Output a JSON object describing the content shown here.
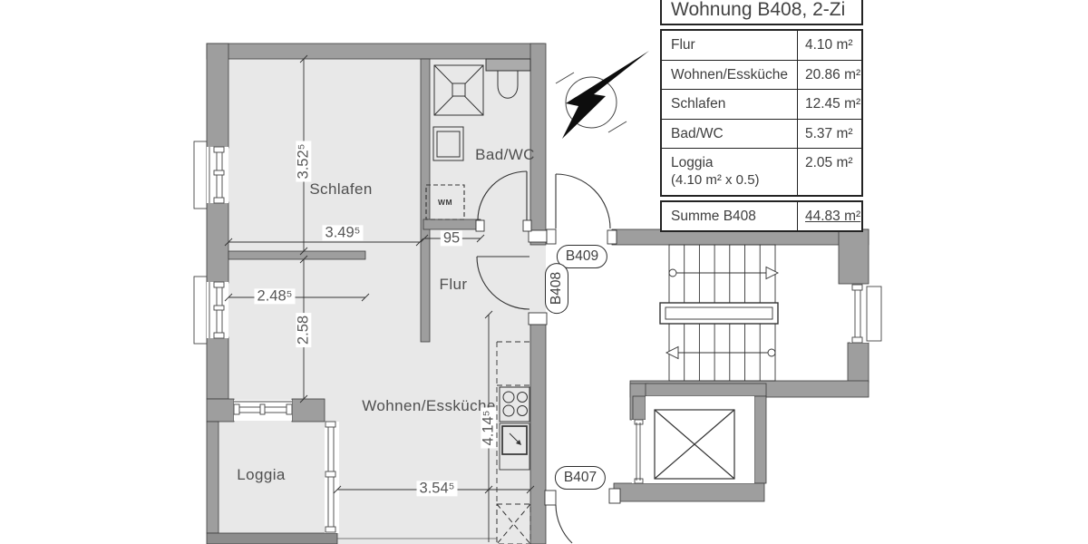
{
  "table": {
    "title": "Wohnung B408, 2-Zi",
    "rows": [
      {
        "label": "Flur",
        "value": "4.10 m²"
      },
      {
        "label": "Wohnen/Essküche",
        "value": "20.86 m²"
      },
      {
        "label": "Schlafen",
        "value": "12.45 m²"
      },
      {
        "label": "Bad/WC",
        "value": "5.37 m²"
      },
      {
        "label": "Loggia",
        "sublabel": "(4.10 m² x 0.5)",
        "value": "2.05 m²"
      }
    ],
    "sum": {
      "label": "Summe B408",
      "value": "44.83 m²"
    }
  },
  "rooms": {
    "schlafen": "Schlafen",
    "bad": "Bad/WC",
    "flur": "Flur",
    "wohnen": "Wohnen/Essküche",
    "loggia": "Loggia"
  },
  "dimensions": {
    "schlafen_height": "3.52⁵",
    "schlafen_width": "3.49⁵",
    "lower_room_width": "2.48⁵",
    "lower_room_height": "2.58",
    "flur_passage": "95",
    "wohnen_height": "4.14⁵",
    "wohnen_width": "3.54⁵"
  },
  "doors": {
    "b409": "B409",
    "b408": "B408",
    "b407": "B407"
  },
  "fixtures": {
    "washing_machine": "WM"
  },
  "colors": {
    "wall": "#9e9e9e",
    "wall_dark": "#8d8d8d",
    "floor": "#e8e8e8",
    "line": "#333333",
    "text": "#4f4f4f"
  }
}
